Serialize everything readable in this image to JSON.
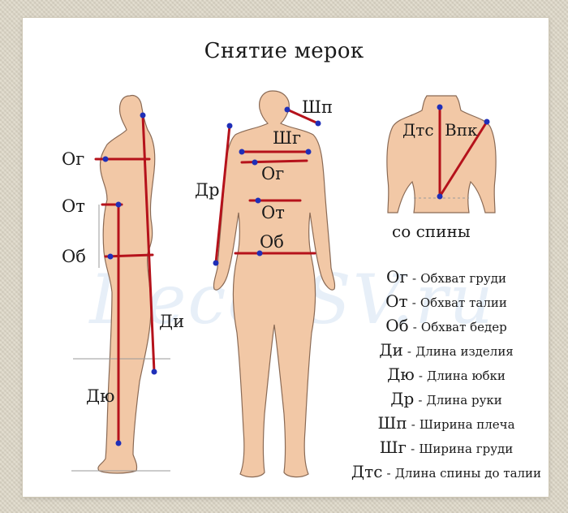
{
  "title": "Снятие мерок",
  "watermark": "DecorSV.ru",
  "labels": {
    "og": "Ог",
    "ot": "От",
    "ob": "Об",
    "di": "Ди",
    "dyu": "Дю",
    "dr": "Др",
    "shp": "Шп",
    "shg": "Шг",
    "dts": "Дтс",
    "vpk": "Впк"
  },
  "back_caption": "со спины",
  "legend": [
    {
      "code": "Ог",
      "desc": "Обхват груди"
    },
    {
      "code": "От",
      "desc": "Обхват талии"
    },
    {
      "code": "Об",
      "desc": "Обхват бедер"
    },
    {
      "code": "Ди",
      "desc": "Длина изделия"
    },
    {
      "code": "Дю",
      "desc": "Длина юбки"
    },
    {
      "code": "Др",
      "desc": "Длина руки"
    },
    {
      "code": "Шп",
      "desc": "Ширина плеча"
    },
    {
      "code": "Шг",
      "desc": "Ширина груди"
    },
    {
      "code": "Дтс",
      "desc": "Длина спины до талии"
    }
  ],
  "legend_separator": "-",
  "colors": {
    "skin": "#f2c8a6",
    "skin_outline": "#8a6a55",
    "measure_line": "#b5121b",
    "measure_dot": "#1f2fb8",
    "background": "#ded8c8",
    "card": "#ffffff"
  }
}
